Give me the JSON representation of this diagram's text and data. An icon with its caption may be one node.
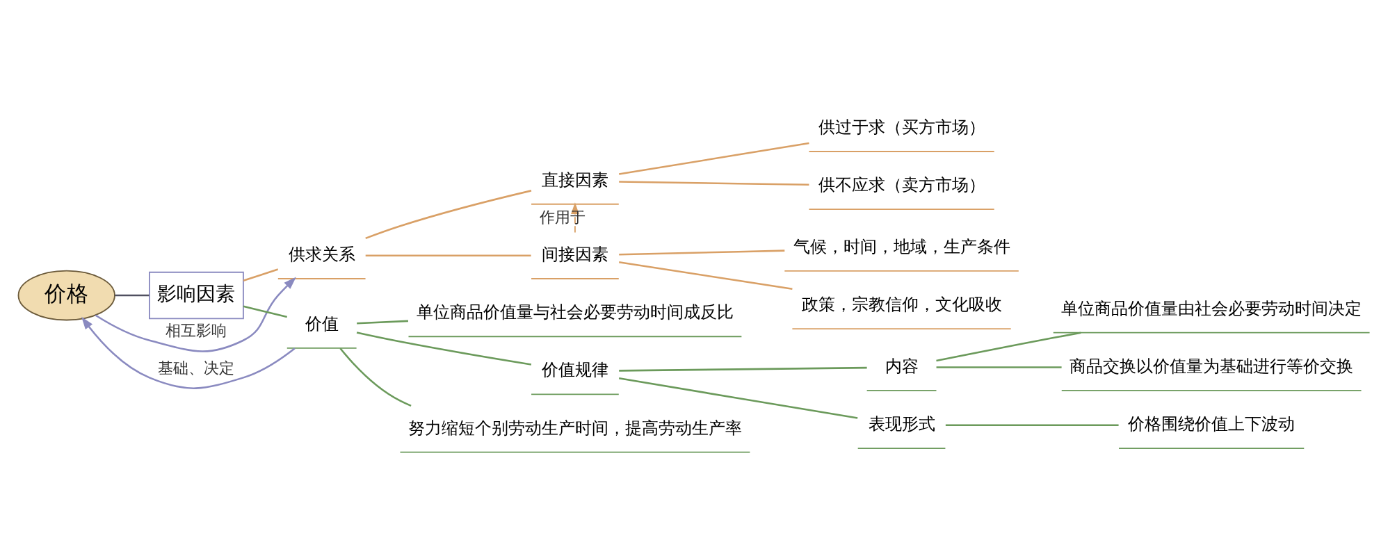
{
  "diagram": {
    "nodes": [
      {
        "text": [
          "价格"
        ]
      },
      {
        "text": [
          "影响因素"
        ]
      },
      {
        "text": [
          "供求关系"
        ]
      },
      {
        "text": [
          "直接因素"
        ]
      },
      {
        "text": [
          "供过于求（买方市场）"
        ]
      },
      {
        "text": [
          "供不应求（卖方市场）"
        ]
      },
      {
        "text": [
          "间接因素"
        ]
      },
      {
        "text": [
          "气候，时间，地域，生产条件"
        ]
      },
      {
        "text": [
          "政策，宗教信仰，文化吸收"
        ]
      },
      {
        "text": [
          "价值"
        ]
      },
      {
        "text": [
          "单位商品价值量与社会必要劳动时间成反比"
        ]
      },
      {
        "text": [
          "价值规律"
        ]
      },
      {
        "text": [
          "内容"
        ]
      },
      {
        "text": [
          "单位商品价值量由社会必要劳动时间决定"
        ]
      },
      {
        "text": [
          "商品交换以价值量为基础进行等价交换"
        ]
      },
      {
        "text": [
          "表现形式"
        ]
      },
      {
        "text": [
          "价格围绕价值上下波动"
        ]
      },
      {
        "text": [
          "努力缩短个别劳动生产时间，提高劳动生产率"
        ]
      }
    ],
    "edges": [
      {
        "from": 0,
        "to": 1,
        "arrow": "none",
        "color": "#505060"
      },
      {
        "from": 1,
        "to": 2,
        "arrow": "none",
        "color": "#d9a066"
      },
      {
        "from": 2,
        "to": 3,
        "arrow": "none",
        "color": "#d9a066"
      },
      {
        "from": 3,
        "to": 4,
        "arrow": "none",
        "color": "#d9a066"
      },
      {
        "from": 3,
        "to": 5,
        "arrow": "none",
        "color": "#d9a066"
      },
      {
        "from": 2,
        "to": 6,
        "arrow": "none",
        "color": "#d9a066"
      },
      {
        "from": 6,
        "to": 7,
        "arrow": "none",
        "color": "#d9a066"
      },
      {
        "from": 6,
        "to": 8,
        "arrow": "none",
        "color": "#d9a066"
      },
      {
        "from": 6,
        "to": 3,
        "arrow": "to",
        "label": "作用于",
        "style": "dashed",
        "color": "#d9a066"
      },
      {
        "from": 1,
        "to": 9,
        "arrow": "none"
      },
      {
        "from": 9,
        "to": 10,
        "arrow": "none"
      },
      {
        "from": 9,
        "to": 11,
        "arrow": "none"
      },
      {
        "from": 11,
        "to": 12,
        "arrow": "none"
      },
      {
        "from": 12,
        "to": 13,
        "arrow": "none"
      },
      {
        "from": 12,
        "to": 14,
        "arrow": "none"
      },
      {
        "from": 11,
        "to": 15,
        "arrow": "none"
      },
      {
        "from": 15,
        "to": 16,
        "arrow": "none"
      },
      {
        "from": 9,
        "to": 17,
        "arrow": "none"
      },
      {
        "from": 0,
        "to": 2,
        "arrow": "to",
        "label": "相互影响",
        "color": "#8a8ac0"
      },
      {
        "from": 9,
        "to": 0,
        "arrow": "to",
        "label": "基础、决定",
        "color": "#8a8ac0"
      }
    ]
  }
}
